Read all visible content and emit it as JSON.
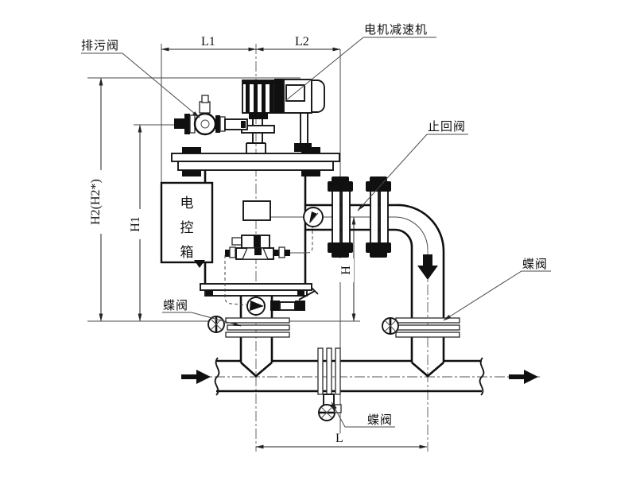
{
  "diagram": {
    "type": "technical-installation-drawing",
    "labels": {
      "drain_valve": "排污阀",
      "motor_reducer": "电机减速机",
      "check_valve": "止回阀",
      "butterfly_valve_left": "蝶阀",
      "butterfly_valve_right": "蝶阀",
      "butterfly_valve_bottom": "蝶阀",
      "control_box": {
        "line1": "电",
        "line2": "控",
        "line3": "箱"
      }
    },
    "dimensions": {
      "L1": "L1",
      "L2": "L2",
      "L": "L",
      "H": "H",
      "H1": "H1",
      "H2": "H2(H2*)"
    },
    "colors": {
      "background": "#ffffff",
      "line": "#161616",
      "thin_line": "#4a4a4a"
    }
  }
}
